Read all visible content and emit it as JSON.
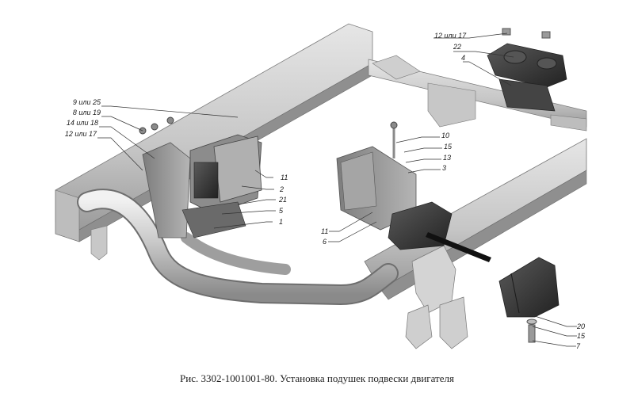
{
  "caption": "Рис. 3302-1001001-80. Установка подушек подвески двигателя",
  "callouts": [
    {
      "id": "c1",
      "text": "12 или 17"
    },
    {
      "id": "c2",
      "text": "22"
    },
    {
      "id": "c3",
      "text": "4"
    },
    {
      "id": "c4",
      "text": "9 или 25"
    },
    {
      "id": "c5",
      "text": "8 или 19"
    },
    {
      "id": "c6",
      "text": "14 или 18"
    },
    {
      "id": "c7",
      "text": "12 или 17"
    },
    {
      "id": "c8",
      "text": "10"
    },
    {
      "id": "c9",
      "text": "15"
    },
    {
      "id": "c10",
      "text": "13"
    },
    {
      "id": "c11",
      "text": "3"
    },
    {
      "id": "c12",
      "text": "11"
    },
    {
      "id": "c13",
      "text": "2"
    },
    {
      "id": "c14",
      "text": "21"
    },
    {
      "id": "c15",
      "text": "5"
    },
    {
      "id": "c16",
      "text": "1"
    },
    {
      "id": "c17",
      "text": "11"
    },
    {
      "id": "c18",
      "text": "6"
    },
    {
      "id": "c19",
      "text": "20"
    },
    {
      "id": "c20",
      "text": "15"
    },
    {
      "id": "c21",
      "text": "7"
    }
  ],
  "colors": {
    "frame_light": "#d7d7d7",
    "frame_mid": "#b9b9b9",
    "frame_dark": "#8f8f8f",
    "rubber": "#3b3b3b",
    "bracket": "#9a9a9a",
    "pipe": "#c9c9c9",
    "leader": "#333333"
  }
}
